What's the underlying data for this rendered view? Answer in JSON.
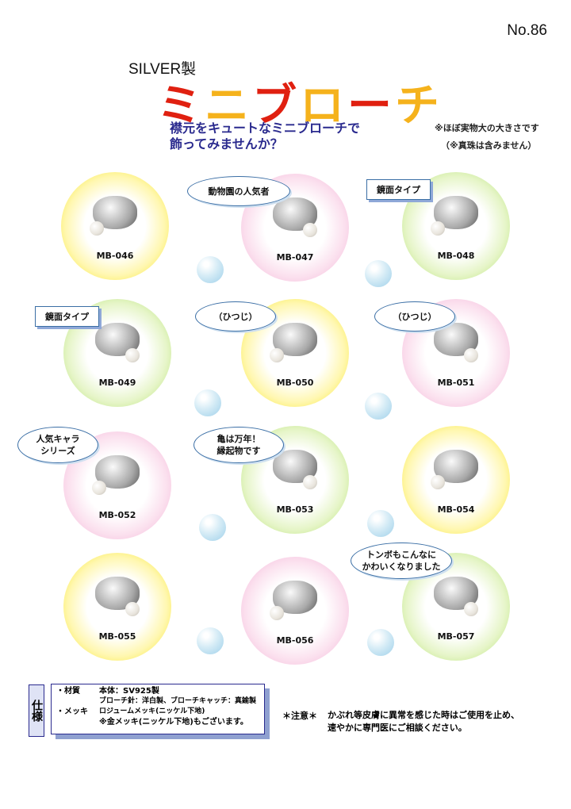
{
  "page_number": "No.86",
  "header": {
    "prefix": "SILVER製",
    "title_chars": [
      "ミ",
      "ニ",
      "ブ",
      "ロ",
      "ー",
      "チ"
    ],
    "lead_lines": [
      "襟元をキュートなミニブローチで",
      "飾ってみませんか？"
    ],
    "notes": [
      "※ほぼ実物大の大きさです",
      "（※真珠は含みません）"
    ]
  },
  "products": [
    {
      "code": "MB-046",
      "color": "yellow"
    },
    {
      "code": "MB-047",
      "color": "pink"
    },
    {
      "code": "MB-048",
      "color": "green"
    },
    {
      "code": "MB-049",
      "color": "green"
    },
    {
      "code": "MB-050",
      "color": "yellow"
    },
    {
      "code": "MB-051",
      "color": "pink"
    },
    {
      "code": "MB-052",
      "color": "pink"
    },
    {
      "code": "MB-053",
      "color": "green"
    },
    {
      "code": "MB-054",
      "color": "yellow"
    },
    {
      "code": "MB-055",
      "color": "yellow"
    },
    {
      "code": "MB-056",
      "color": "pink"
    },
    {
      "code": "MB-057",
      "color": "green"
    }
  ],
  "callouts": {
    "zoo": "動物園の人気者",
    "mirror1": "鏡面タイプ",
    "mirror2": "鏡面タイプ",
    "sheep1": "（ひつじ）",
    "sheep2": "（ひつじ）",
    "chara": [
      "人気キャラ",
      "シリーズ"
    ],
    "turtle": [
      "亀は万年！",
      "縁起物です"
    ],
    "dragonfly": [
      "トンボもこんなに",
      "かわいくなりました"
    ]
  },
  "spec": {
    "label": "仕様",
    "rows": [
      {
        "key": "・材質",
        "value": "本体：SV925製"
      },
      {
        "key": "",
        "value": "ブローチ針：洋白製、ブローチキャッチ：真鍮製"
      },
      {
        "key": "・メッキ",
        "value": "ロジュームメッキ(ニッケル下地)"
      },
      {
        "key": "",
        "value": "※金メッキ(ニッケル下地)もございます。"
      }
    ]
  },
  "caution": {
    "label": "＊注意＊",
    "lines": [
      "かぶれ等皮膚に異常を感じた時はご使用を止め、",
      "速やかに専門医にご相談ください。"
    ]
  }
}
